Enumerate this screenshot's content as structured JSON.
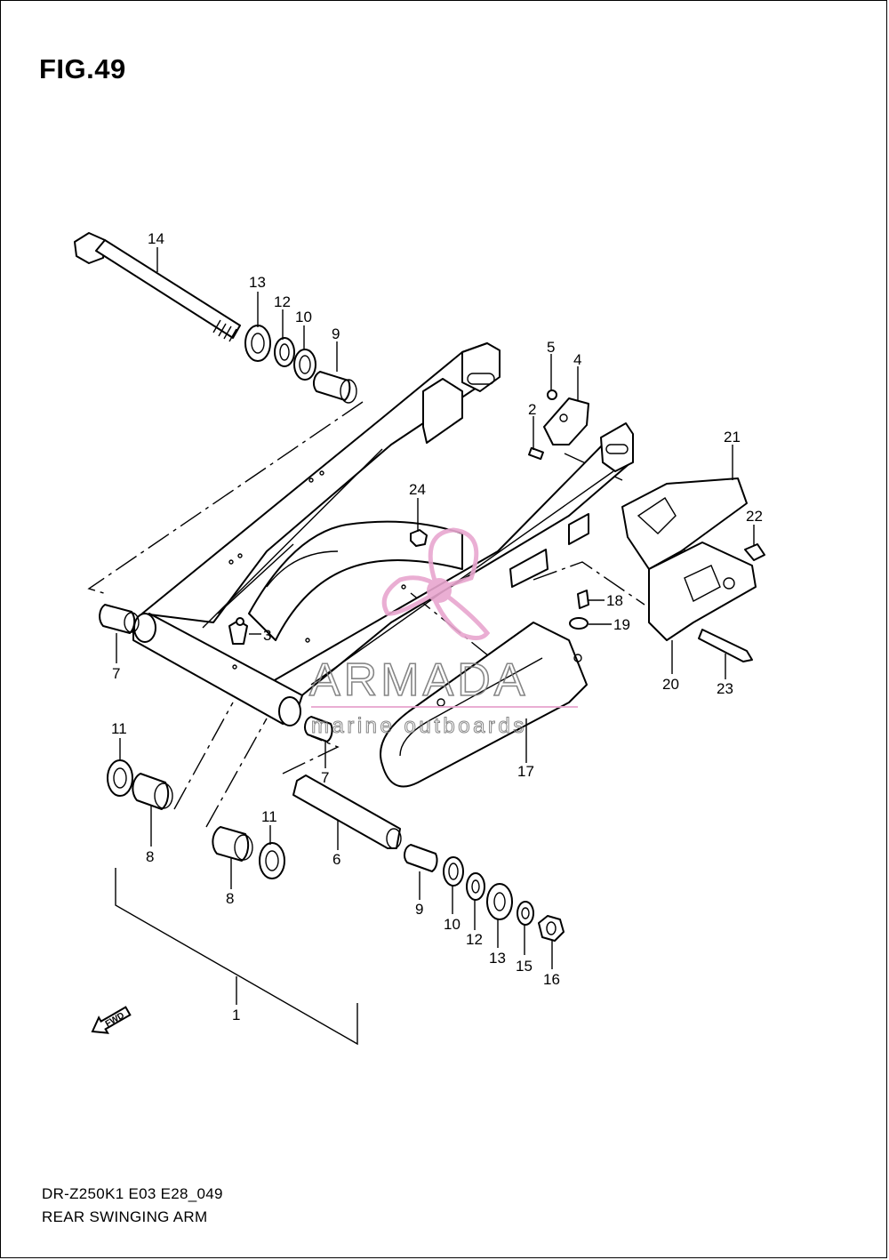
{
  "figure": {
    "title": "FIG.49"
  },
  "footer": {
    "model_code": "DR-Z250K1 E03 E28_049",
    "assembly_name": "REAR SWINGING ARM"
  },
  "watermark": {
    "brand": "ARMADA",
    "tagline": "marine outboards",
    "color": "#e8a6cf"
  },
  "fwd_arrow": {
    "label": "FWD"
  },
  "callouts": [
    {
      "id": "c14",
      "text": "14"
    },
    {
      "id": "c13a",
      "text": "13"
    },
    {
      "id": "c12a",
      "text": "12"
    },
    {
      "id": "c10a",
      "text": "10"
    },
    {
      "id": "c9a",
      "text": "9"
    },
    {
      "id": "c5",
      "text": "5"
    },
    {
      "id": "c4",
      "text": "4"
    },
    {
      "id": "c2",
      "text": "2"
    },
    {
      "id": "c21",
      "text": "21"
    },
    {
      "id": "c24",
      "text": "24"
    },
    {
      "id": "c22",
      "text": "22"
    },
    {
      "id": "c18",
      "text": "18"
    },
    {
      "id": "c19",
      "text": "19"
    },
    {
      "id": "c3",
      "text": "3"
    },
    {
      "id": "c7a",
      "text": "7"
    },
    {
      "id": "c20",
      "text": "20"
    },
    {
      "id": "c23",
      "text": "23"
    },
    {
      "id": "c11a",
      "text": "11"
    },
    {
      "id": "c7b",
      "text": "7"
    },
    {
      "id": "c17",
      "text": "17"
    },
    {
      "id": "c8a",
      "text": "8"
    },
    {
      "id": "c11b",
      "text": "11"
    },
    {
      "id": "c6",
      "text": "6"
    },
    {
      "id": "c8b",
      "text": "8"
    },
    {
      "id": "c9b",
      "text": "9"
    },
    {
      "id": "c10b",
      "text": "10"
    },
    {
      "id": "c12b",
      "text": "12"
    },
    {
      "id": "c13b",
      "text": "13"
    },
    {
      "id": "c15",
      "text": "15"
    },
    {
      "id": "c16",
      "text": "16"
    },
    {
      "id": "c1",
      "text": "1"
    }
  ]
}
